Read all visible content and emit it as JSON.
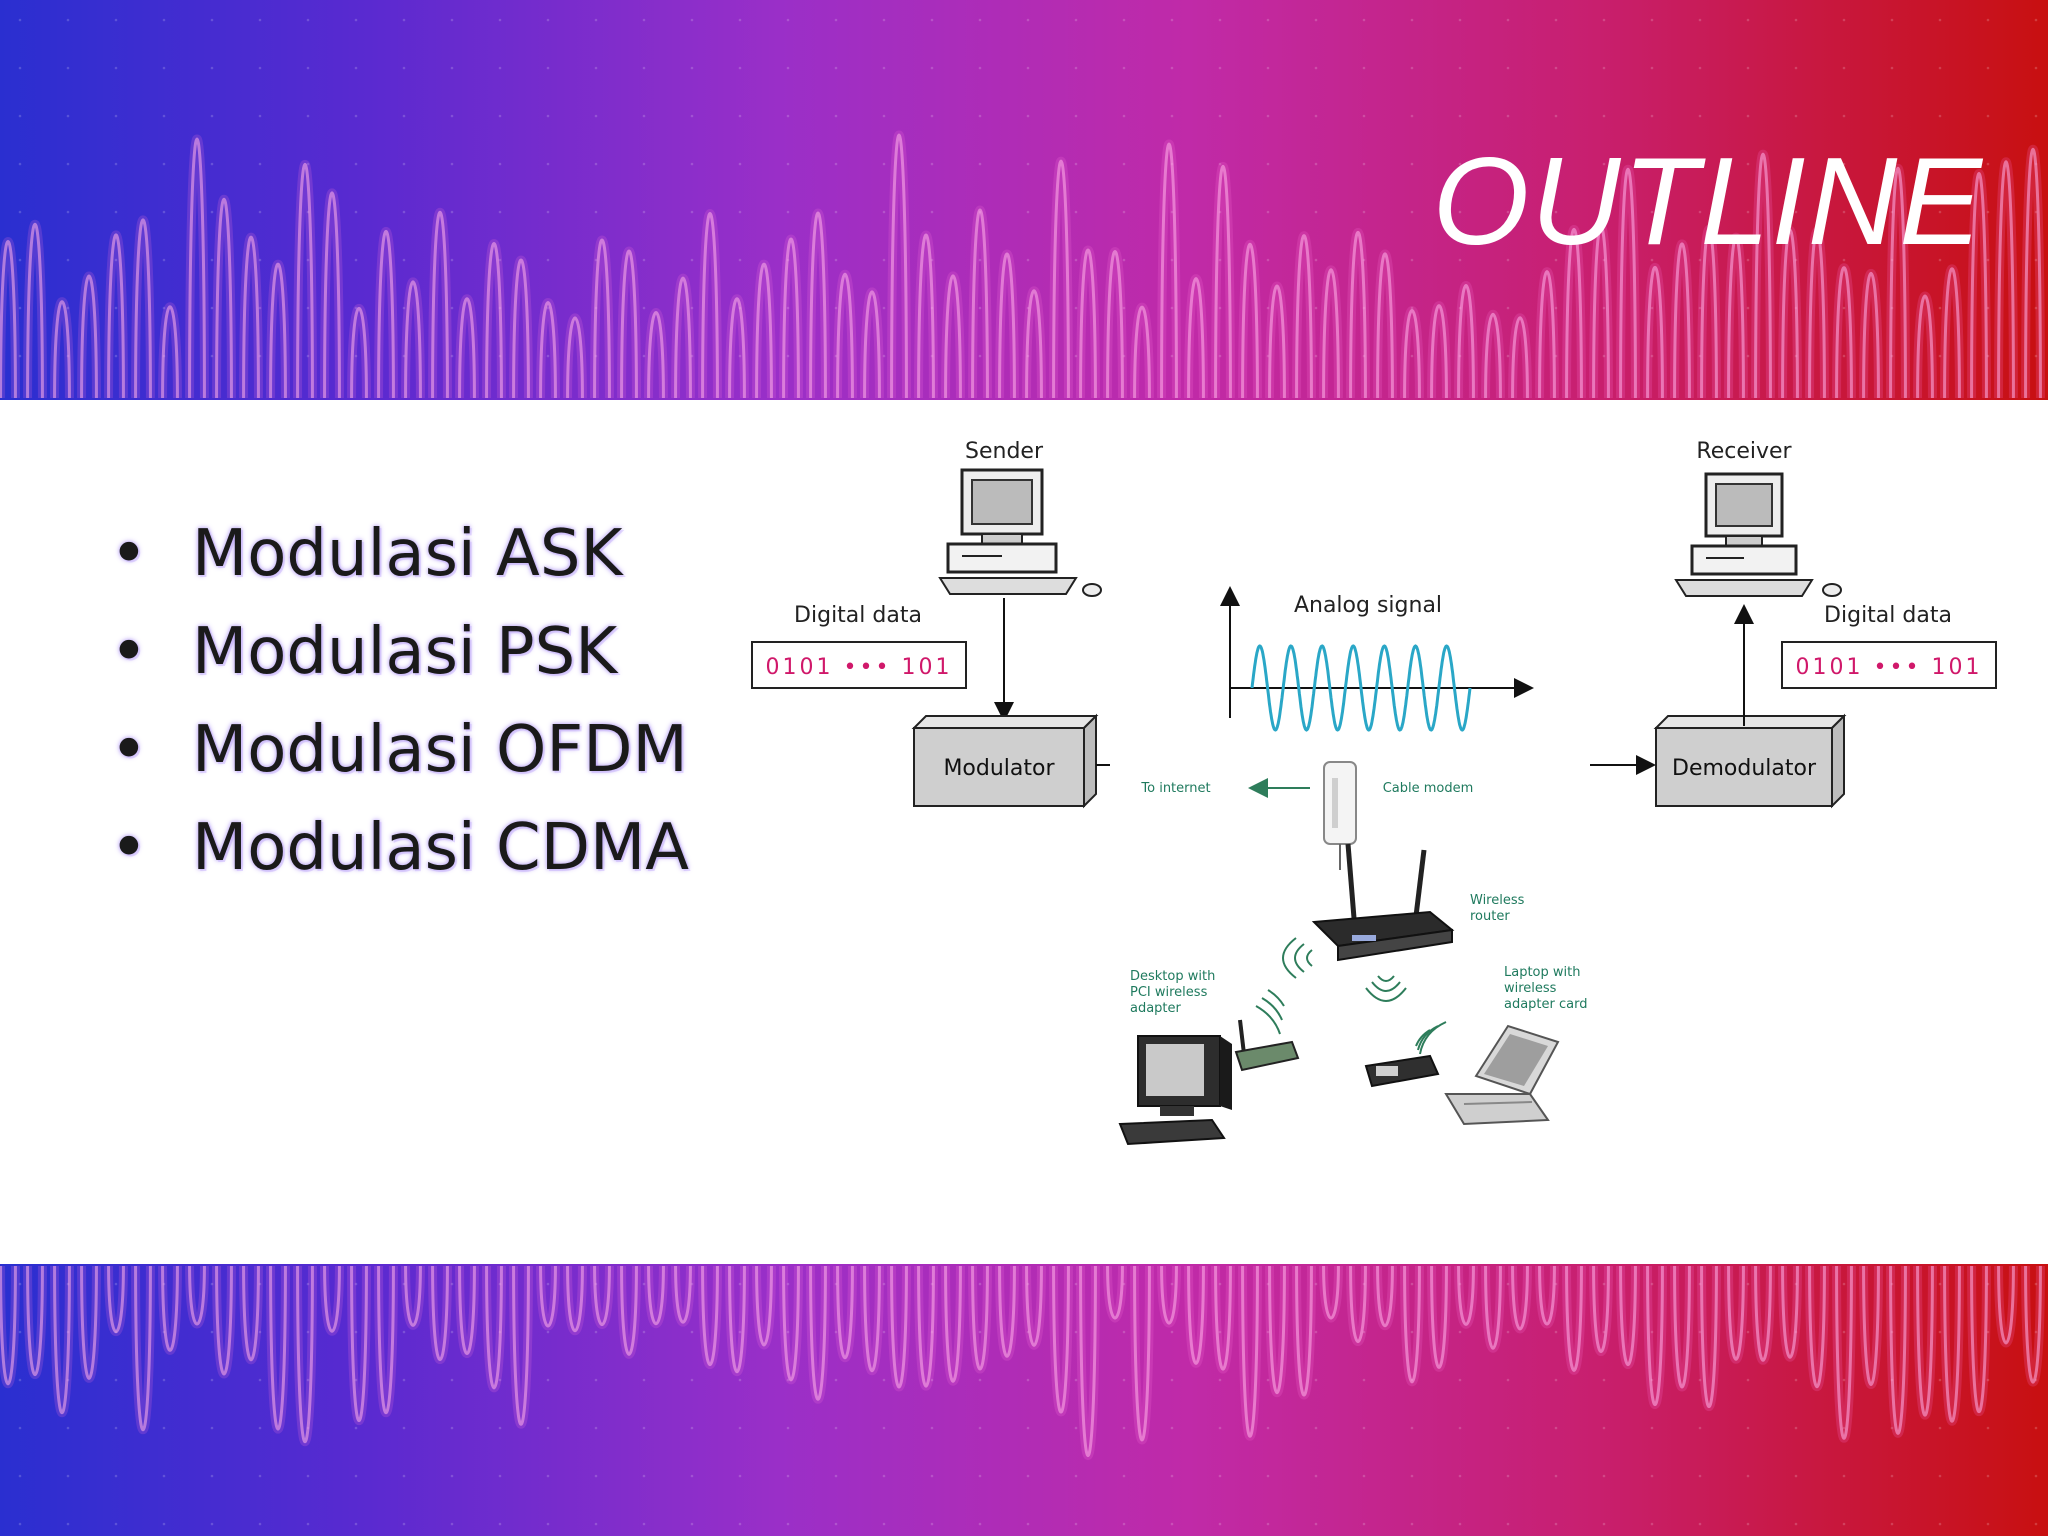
{
  "slide": {
    "title": "OUTLINE",
    "bullets": [
      "Modulasi ASK",
      "Modulasi PSK",
      "Modulasi OFDM",
      "Modulasi CDMA"
    ]
  },
  "diagram": {
    "sender_label": "Sender",
    "receiver_label": "Receiver",
    "digital_data_left_label": "Digital data",
    "digital_data_left_value": "0101 ••• 101",
    "digital_data_right_label": "Digital data",
    "digital_data_right_value": "0101 ••• 101",
    "analog_signal_label": "Analog signal",
    "modulator_label": "Modulator",
    "demodulator_label": "Demodulator"
  },
  "network": {
    "to_internet_label": "To internet",
    "cable_modem_label": "Cable modem",
    "wireless_router_label_1": "Wireless",
    "wireless_router_label_2": "router",
    "desktop_label_1": "Desktop with",
    "desktop_label_2": "PCI wireless",
    "desktop_label_3": "adapter",
    "laptop_label_1": "Laptop with",
    "laptop_label_2": "wireless",
    "laptop_label_3": "adapter card"
  },
  "colors": {
    "signal": "#2aa7c7",
    "data_text": "#d0186a",
    "network_text": "#1f7a5e"
  }
}
